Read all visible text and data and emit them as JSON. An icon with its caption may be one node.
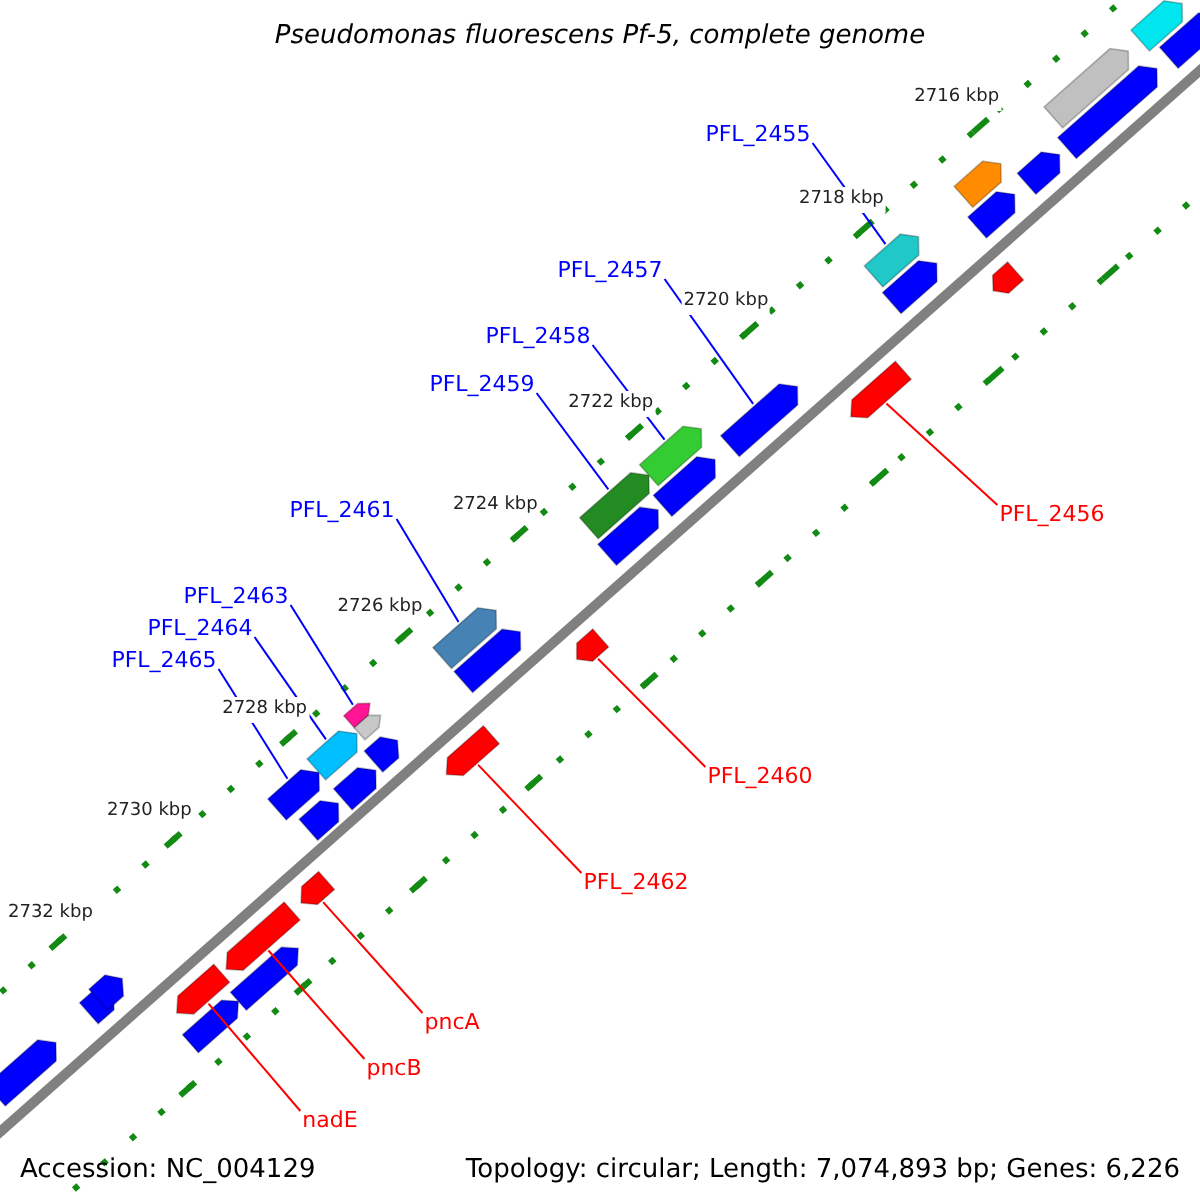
{
  "diagram": {
    "title": "Pseudomonas fluorescens Pf-5, complete genome",
    "nodes": [
      {
        "text": [
          "PFL_2455"
        ]
      },
      {
        "text": [
          "PFL_2457"
        ]
      },
      {
        "text": [
          "PFL_2458"
        ]
      },
      {
        "text": [
          "PFL_2459"
        ]
      },
      {
        "text": [
          "PFL_2461"
        ]
      },
      {
        "text": [
          "PFL_2463"
        ]
      },
      {
        "text": [
          "PFL_2464"
        ]
      },
      {
        "text": [
          "PFL_2465"
        ]
      },
      {
        "text": [
          "PFL_2456"
        ]
      },
      {
        "text": [
          "PFL_2460"
        ]
      },
      {
        "text": [
          "PFL_2462"
        ]
      },
      {
        "text": [
          "pncA"
        ]
      },
      {
        "text": [
          "pncB"
        ]
      },
      {
        "text": [
          "nadE"
        ]
      },
      {
        "text": [],
        "shape": "bar"
      },
      {
        "text": [],
        "shape": "bar"
      },
      {
        "text": [],
        "shape": "bar"
      },
      {
        "text": [],
        "shape": "bar"
      },
      {
        "text": [],
        "shape": "bar"
      },
      {
        "text": [],
        "shape": "bar"
      },
      {
        "text": [],
        "shape": "bar"
      },
      {
        "text": [],
        "shape": "bar"
      },
      {
        "text": [],
        "shape": "bar"
      },
      {
        "text": [],
        "shape": "bar"
      },
      {
        "text": [],
        "shape": "bar"
      },
      {
        "text": [],
        "shape": "bar"
      },
      {
        "text": [],
        "shape": "bar"
      },
      {
        "text": [],
        "shape": "bar"
      },
      {
        "text": [],
        "shape": "bar"
      },
      {
        "text": [],
        "shape": "bar"
      },
      {
        "text": [],
        "shape": "bar"
      },
      {
        "text": [],
        "shape": "bar"
      },
      {
        "text": [],
        "shape": "bar"
      },
      {
        "text": [],
        "shape": "bar"
      },
      {
        "text": [],
        "shape": "bar"
      },
      {
        "text": [],
        "shape": "bar"
      },
      {
        "text": [],
        "shape": "bar"
      },
      {
        "text": [],
        "shape": "bar"
      },
      {
        "text": [],
        "shape": "bar"
      },
      {
        "text": [],
        "shape": "bar"
      },
      {
        "text": [],
        "shape": "bar"
      },
      {
        "text": [],
        "shape": "bar"
      },
      {
        "text": [],
        "shape": "bar"
      },
      {
        "text": [],
        "shape": "bar"
      },
      {
        "text": [],
        "shape": "bar"
      },
      {
        "text": [],
        "shape": "bar"
      },
      {
        "text": [],
        "shape": "bar"
      },
      {
        "text": [],
        "shape": "bar"
      },
      {
        "text": [],
        "shape": "bar"
      }
    ],
    "edges": [
      {
        "from": 0,
        "to": 39,
        "arrow": "none"
      },
      {
        "from": 1,
        "to": 37,
        "arrow": "none"
      },
      {
        "from": 2,
        "to": 35,
        "arrow": "none"
      },
      {
        "from": 3,
        "to": 33,
        "arrow": "none"
      },
      {
        "from": 4,
        "to": 30,
        "arrow": "none"
      },
      {
        "from": 5,
        "to": 26,
        "arrow": "none"
      },
      {
        "from": 6,
        "to": 24,
        "arrow": "none"
      },
      {
        "from": 7,
        "to": 21,
        "arrow": "none"
      },
      {
        "from": 8,
        "to": 38,
        "arrow": "none",
        "color": "#ff0000"
      },
      {
        "from": 9,
        "to": 32,
        "arrow": "none",
        "color": "#ff0000"
      },
      {
        "from": 10,
        "to": 29,
        "arrow": "none",
        "color": "#ff0000"
      },
      {
        "from": 11,
        "to": 22,
        "arrow": "none",
        "color": "#ff0000"
      },
      {
        "from": 12,
        "to": 19,
        "arrow": "none",
        "color": "#ff0000"
      },
      {
        "from": 13,
        "to": 17,
        "arrow": "none",
        "color": "#ff0000"
      }
    ],
    "labels": [
      "2716 kbp",
      "2718 kbp",
      "2720 kbp",
      "2722 kbp",
      "2724 kbp",
      "2726 kbp",
      "2728 kbp",
      "2730 kbp",
      "2732 kbp",
      "Accession: NC_004129",
      "Topology: circular; Length: 7,074,893 bp; Genes: 6,226"
    ]
  }
}
